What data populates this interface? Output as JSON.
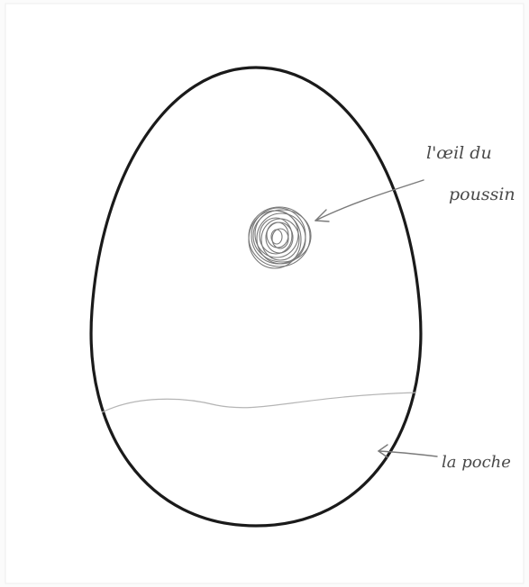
{
  "diagram": {
    "labels": {
      "eye_line1": "l'œil du",
      "eye_line2": "poussin",
      "pocket": "la poche"
    },
    "colors": {
      "paper": "#fbfbfb",
      "egg_outline": "#1a1a1a",
      "scribble": "#6a6a6a",
      "pencil": "#8c8c8c"
    }
  }
}
